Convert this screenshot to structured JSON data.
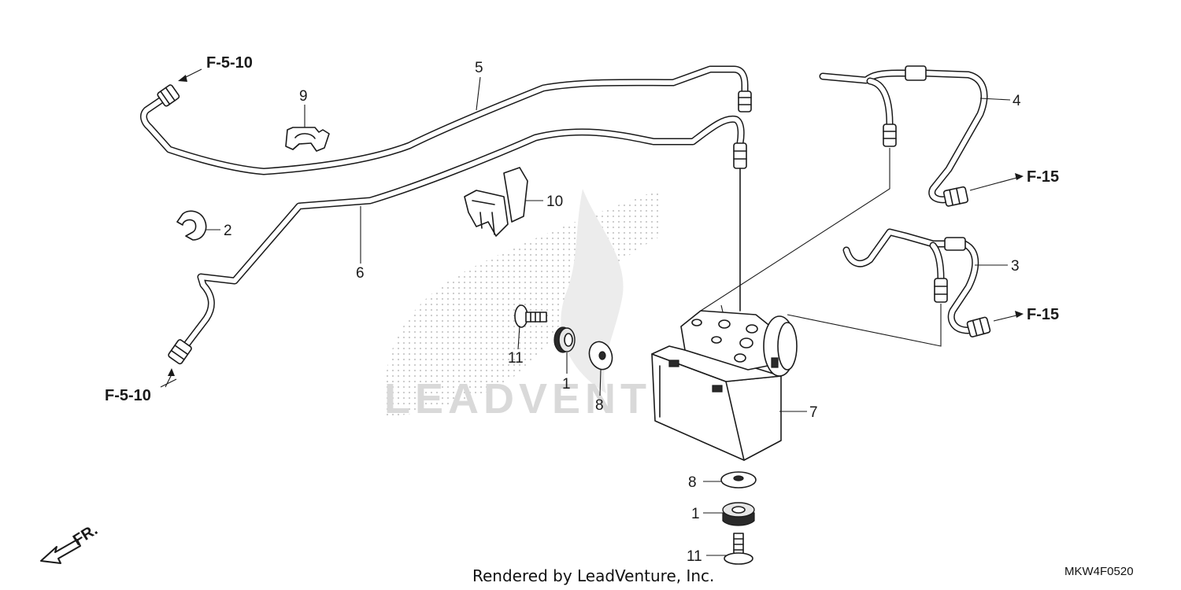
{
  "callouts": {
    "c1_top": "1",
    "c1_bottom": "1",
    "c2": "2",
    "c3": "3",
    "c4": "4",
    "c5": "5",
    "c6": "6",
    "c7": "7",
    "c8_top": "8",
    "c8_bottom": "8",
    "c9": "9",
    "c10": "10",
    "c11_top": "11",
    "c11_bottom": "11"
  },
  "references": {
    "top_left": "F-5-10",
    "bottom_left": "F-5-10",
    "right_upper": "F-15",
    "right_lower": "F-15"
  },
  "direction": {
    "label": "FR."
  },
  "watermark": {
    "text": "LEADVENTURE"
  },
  "footer": {
    "rendered_by": "Rendered by LeadVenture, Inc.",
    "diagram_code": "MKW4F0520"
  }
}
